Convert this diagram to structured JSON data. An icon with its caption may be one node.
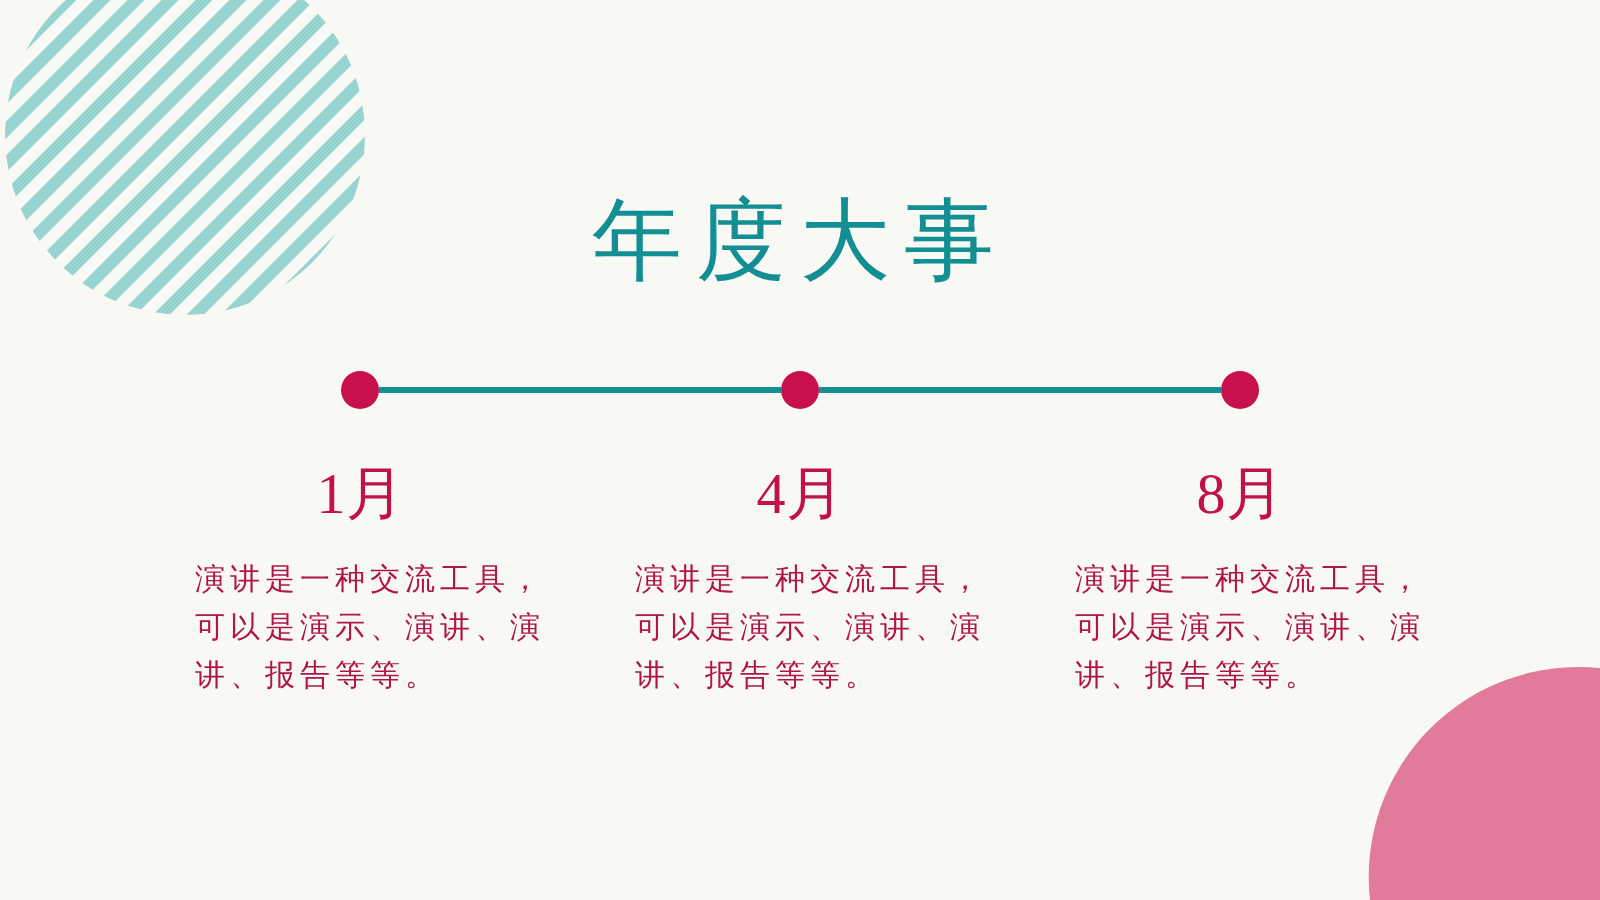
{
  "diagram": {
    "title": "年度大事",
    "nodes": [
      {
        "text": [],
        "shape": "circle",
        "beside": [
          "1月",
          "演讲是一种交流工具，可以是演示、演讲、演讲、报告等等。"
        ]
      },
      {
        "text": [],
        "shape": "circle",
        "beside": [
          "4月",
          "演讲是一种交流工具，可以是演示、演讲、演讲、报告等等。"
        ]
      },
      {
        "text": [],
        "shape": "circle",
        "beside": [
          "8月",
          "演讲是一种交流工具，可以是演示、演讲、演讲、报告等等。"
        ]
      }
    ],
    "edges": [
      {
        "from": 0,
        "to": 1,
        "arrow": "none"
      },
      {
        "from": 1,
        "to": 2,
        "arrow": "none"
      }
    ]
  }
}
